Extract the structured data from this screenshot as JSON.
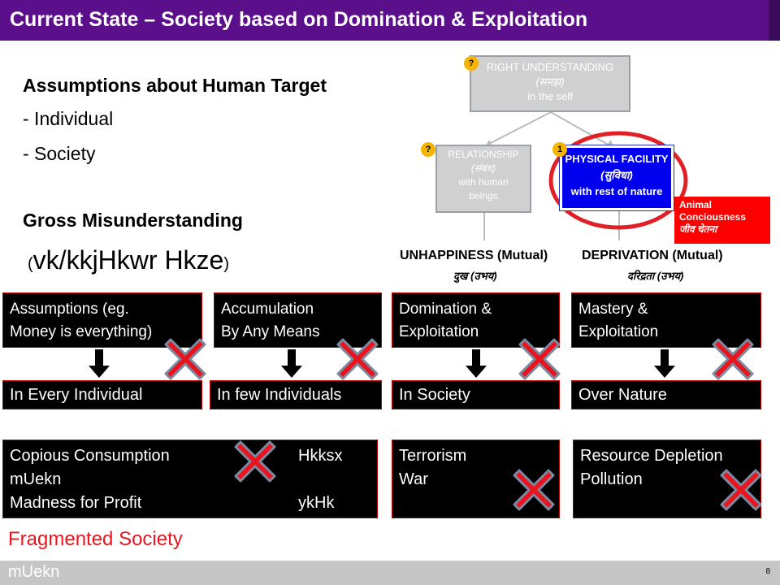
{
  "title": "Current State – Society based on Domination & Exploitation",
  "assumptions_heading": "Assumptions about Human Target",
  "list": [
    "- Individual",
    "- Society"
  ],
  "misunderstanding_heading": "Gross Misunderstanding",
  "devanagari_line": {
    "open": "(",
    "text": "vk/kkjHkwr Hkze",
    "close": ")"
  },
  "diagram": {
    "top_box": {
      "badge": "?",
      "line1": "RIGHT UNDERSTANDING",
      "line2": "(समझ)",
      "line3": "in the self"
    },
    "left_box": {
      "badge": "?",
      "line1": "RELATIONSHIP",
      "line2": "(संबंध)",
      "line3": "with human",
      "line4": "beings"
    },
    "right_box": {
      "badge": "1",
      "line1": "PHYSICAL FACILITY",
      "line2": "(सुविधा)",
      "line3": "with rest of nature"
    },
    "animal_box": {
      "line1": "Animal",
      "line2": "Conciousness",
      "line3": "जीव चेतना"
    },
    "unhappiness": {
      "label": "UNHAPPINESS (Mutual)",
      "hindi": "दुख (उभय)"
    },
    "deprivation": {
      "label": "DEPRIVATION (Mutual)",
      "hindi": "दरिद्रता (उभय)"
    }
  },
  "columns": [
    {
      "top": [
        "Assumptions (eg.",
        "Money is everything)"
      ],
      "bottom": "In Every Individual"
    },
    {
      "top": [
        "Accumulation",
        "By Any Means"
      ],
      "bottom": "In few Individuals"
    },
    {
      "top": [
        "Domination &",
        "Exploitation"
      ],
      "bottom": "In Society"
    },
    {
      "top": [
        "Mastery &",
        "Exploitation"
      ],
      "bottom": "Over Nature"
    }
  ],
  "consumption_box": {
    "line1_left": "Copious Consumption",
    "line1_right": "Hkksx",
    "line2_left": "mUekn",
    "line3_left": "Madness for Profit",
    "line3_right": "ykHk"
  },
  "terror_box": {
    "line1": "Terrorism",
    "line2": "War"
  },
  "resource_box": {
    "line1": "Resource Depletion",
    "line2": "Pollution"
  },
  "fragmented": "Fragmented Society",
  "footer": {
    "left": "mUekn",
    "page_number": "8"
  },
  "colors": {
    "title_bg": "#5c0f8b",
    "cross": "#e8141e",
    "cross_outline": "#7a8aa0",
    "box_border": "#c00000"
  }
}
